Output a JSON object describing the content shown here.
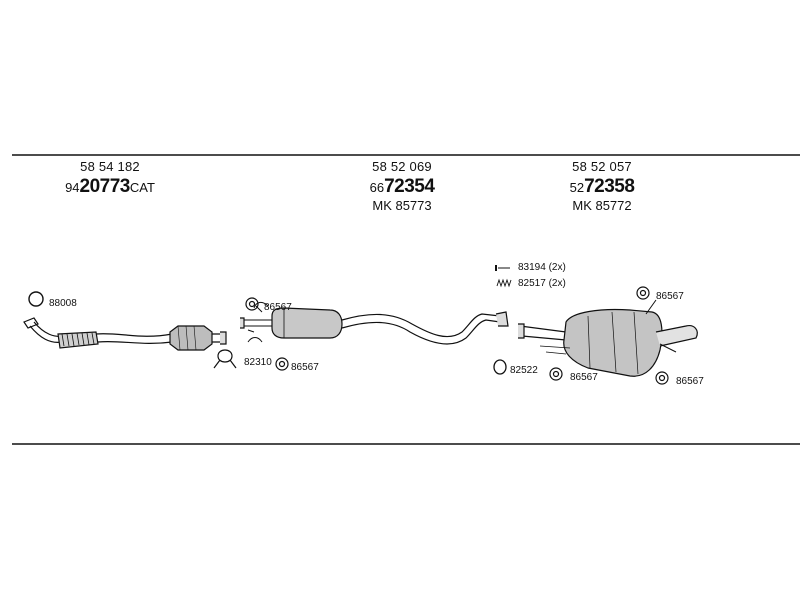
{
  "headers": [
    {
      "id": "front",
      "ref": "58 54 182",
      "code_prefix": "94",
      "code_main": "20773",
      "code_suffix": "CAT",
      "mk": ""
    },
    {
      "id": "middle",
      "ref": "58 52 069",
      "code_prefix": "66",
      "code_main": "72354",
      "code_suffix": "",
      "mk": "MK 85773"
    },
    {
      "id": "rear",
      "ref": "58 52 057",
      "code_prefix": "52",
      "code_main": "72358",
      "code_suffix": "",
      "mk": "MK 85772"
    }
  ],
  "callouts": {
    "ring_front": "88008",
    "clamp_mid_top": "86567",
    "clamp_mid_left": "82310",
    "clamp_mid_right": "86567",
    "bolt": "83194 (2x)",
    "spring": "82517 (2x)",
    "ring_rear": "82522",
    "hanger_rear_top": "86567",
    "hanger_rear_bottom_left": "86567",
    "hanger_rear_bottom_right": "86567"
  }
}
